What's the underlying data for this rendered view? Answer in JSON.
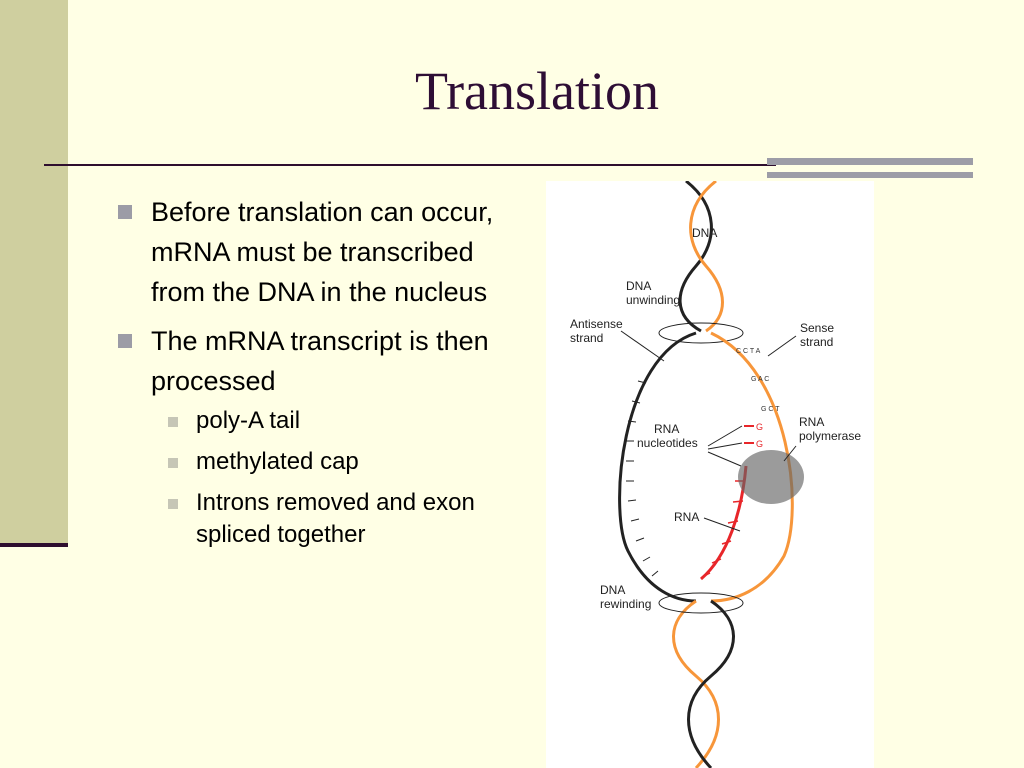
{
  "slide": {
    "title": "Translation",
    "bullets": [
      {
        "text": "Before translation can occur, mRNA must be transcribed from the DNA in the nucleus",
        "sub": []
      },
      {
        "text": "The mRNA transcript is then processed",
        "sub": [
          "poly-A tail",
          "methylated cap",
          "Introns removed and exon spliced together"
        ]
      }
    ]
  },
  "figure": {
    "labels": {
      "dna": "DNA",
      "dna_unwinding_1": "DNA",
      "dna_unwinding_2": "unwinding",
      "antisense_1": "Antisense",
      "antisense_2": "strand",
      "sense_1": "Sense",
      "sense_2": "strand",
      "rna_nucleotides_1": "RNA",
      "rna_nucleotides_2": "nucleotides",
      "rna_polymerase_1": "RNA",
      "rna_polymerase_2": "polymerase",
      "rna": "RNA",
      "dna_rewinding_1": "DNA",
      "dna_rewinding_2": "rewinding",
      "nucleotide_g_1": "G",
      "nucleotide_g_2": "G"
    }
  },
  "colors": {
    "background": "#ffffe5",
    "side_band": "#cfcf9f",
    "title": "#2e0e35",
    "rule": "#2e0e2e",
    "accent_bar": "#9d9da7",
    "sense_strand": "#f7963a",
    "rna_strand": "#e8262a"
  }
}
